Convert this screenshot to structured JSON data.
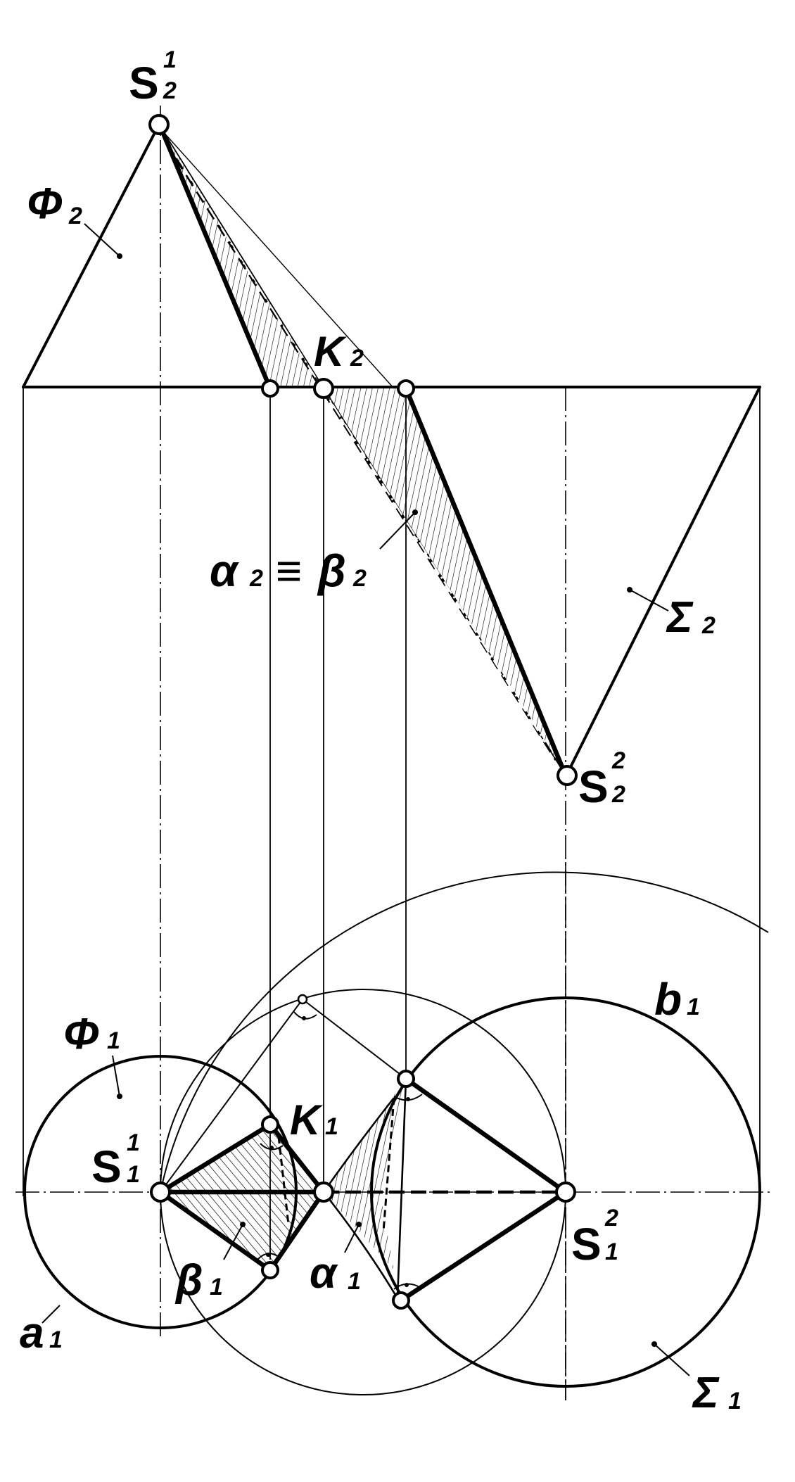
{
  "labels": {
    "S_upper_top_base": "S",
    "S_upper_top_sup": "1",
    "S_upper_top_sub": "2",
    "Phi2_base": "Φ",
    "Phi2_sub": "2",
    "K2_base": "K",
    "K2_sub": "2",
    "alpha_beta_a": "α",
    "alpha_beta_a_sub": "2",
    "alpha_beta_eq": "≡",
    "alpha_beta_b": "β",
    "alpha_beta_b_sub": "2",
    "Sigma2_base": "Σ",
    "Sigma2_sub": "2",
    "S_upper_right_base": "S",
    "S_upper_right_sup": "2",
    "S_upper_right_sub": "2",
    "b1_base": "b",
    "b1_sub": "1",
    "Phi1_base": "Φ",
    "Phi1_sub": "1",
    "K1_base": "K",
    "K1_sub": "1",
    "S_lower_left_base": "S",
    "S_lower_left_sup": "1",
    "S_lower_left_sub": "1",
    "S_lower_right_base": "S",
    "S_lower_right_sup": "2",
    "S_lower_right_sub": "1",
    "beta1_base": "β",
    "beta1_sub": "1",
    "alpha1_base": "α",
    "alpha1_sub": "1",
    "a1_base": "a",
    "a1_sub": "1",
    "Sigma1_base": "Σ",
    "Sigma1_sub": "1"
  },
  "colors": {
    "ink": "#000000",
    "paper": "#ffffff"
  }
}
